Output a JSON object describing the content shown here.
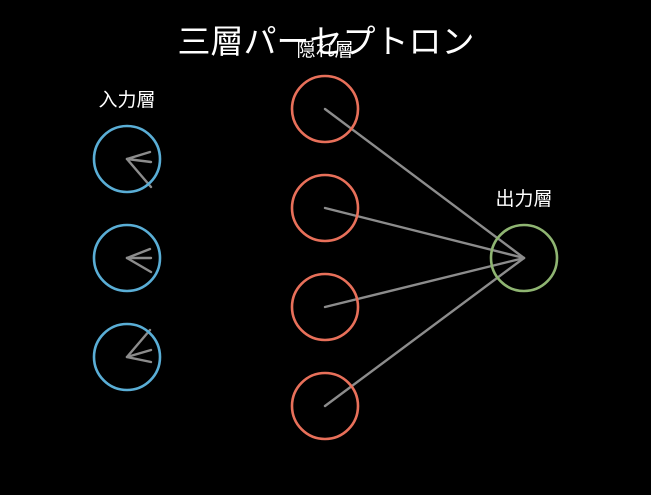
{
  "title": "三層パーセプトロン",
  "layers": [
    {
      "key": "input",
      "label": "入力層",
      "node_count": 3,
      "color": "#5aaed6"
    },
    {
      "key": "hidden",
      "label": "隠れ層",
      "node_count": 4,
      "color": "#e8705a"
    },
    {
      "key": "output",
      "label": "出力層",
      "node_count": 1,
      "color": "#8fb572"
    }
  ],
  "edge_color": "#8c8c8c",
  "background_color": "#000000"
}
